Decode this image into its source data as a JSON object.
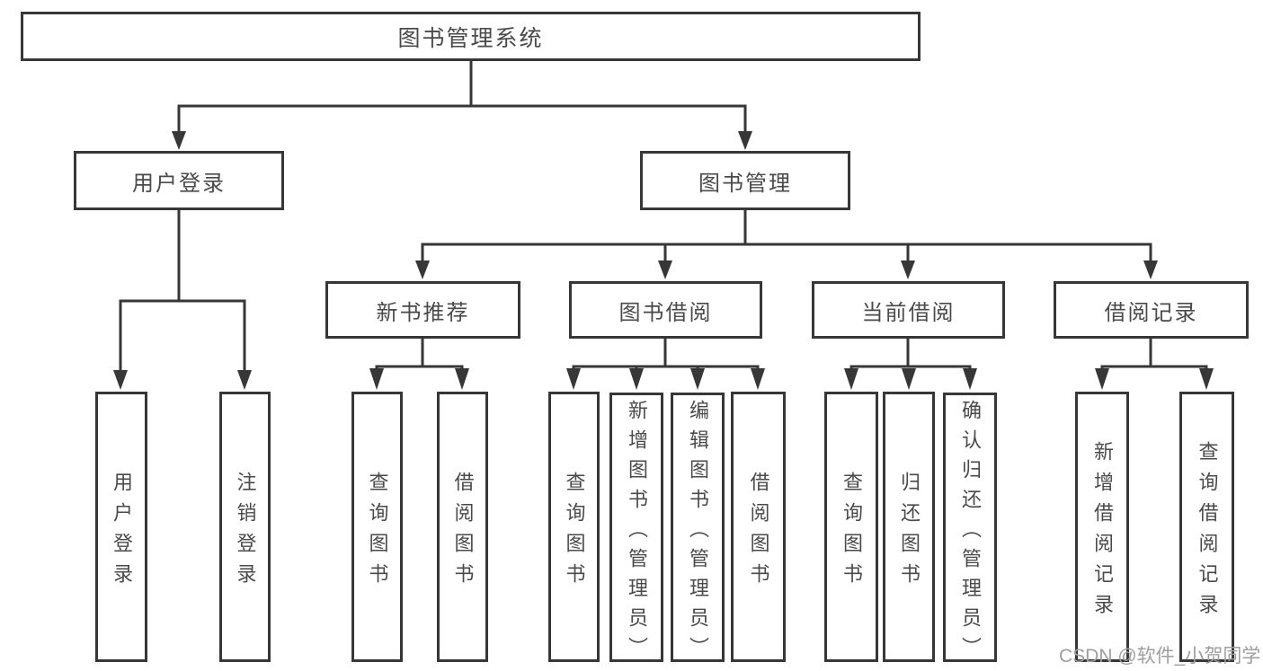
{
  "diagram": {
    "title": "图书管理系统",
    "type": "functional-structure-tree",
    "colors": {
      "line": "#373737",
      "box_border": "#373737",
      "text": "#4a4a4a",
      "background": "#ffffff",
      "watermark": "#9e9e9e"
    },
    "tree": {
      "root": {
        "label": "图书管理系统",
        "children": [
          {
            "label": "用户登录",
            "children": [
              {
                "label": "用户登录"
              },
              {
                "label": "注销登录"
              }
            ]
          },
          {
            "label": "图书管理",
            "children": [
              {
                "label": "新书推荐",
                "children": [
                  {
                    "label": "查询图书"
                  },
                  {
                    "label": "借阅图书"
                  }
                ]
              },
              {
                "label": "图书借阅",
                "children": [
                  {
                    "label": "查询图书"
                  },
                  {
                    "label": "新增图书（管理员）"
                  },
                  {
                    "label": "编辑图书（管理员）"
                  },
                  {
                    "label": "借阅图书"
                  }
                ]
              },
              {
                "label": "当前借阅",
                "children": [
                  {
                    "label": "查询图书"
                  },
                  {
                    "label": "归还图书"
                  },
                  {
                    "label": "确认归还（管理员）"
                  }
                ]
              },
              {
                "label": "借阅记录",
                "children": [
                  {
                    "label": "新增借阅记录"
                  },
                  {
                    "label": "查询借阅记录"
                  }
                ]
              }
            ]
          }
        ]
      }
    },
    "watermark": {
      "text": "CSDN @软件_小贺同学"
    }
  }
}
